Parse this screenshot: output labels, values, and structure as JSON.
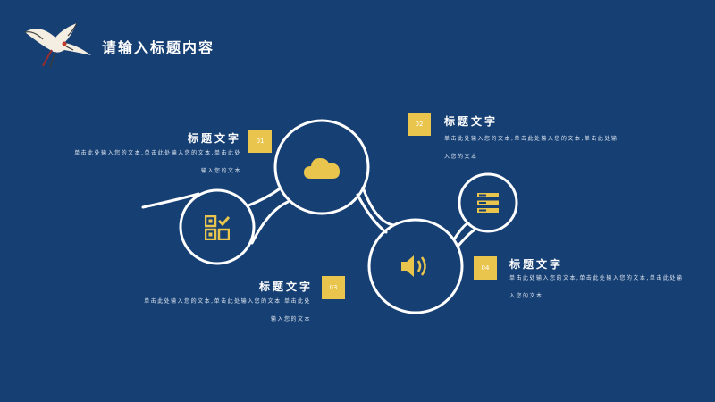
{
  "slide": {
    "title": "请输入标题内容",
    "colors": {
      "background": "#163f73",
      "accent": "#e9c54d",
      "line": "#ffffff"
    }
  },
  "icons": [
    "crane-icon",
    "qr-grid-icon",
    "cloud-icon",
    "speaker-icon",
    "server-icon"
  ],
  "items": [
    {
      "badge": "01",
      "title": "标题文字",
      "body": "单击此处输入您的文本,单击此处输入您的文本,单击此处输入您的文本"
    },
    {
      "badge": "02",
      "title": "标题文字",
      "body": "单击此处输入您的文本,单击此处输入您的文本,单击此处输入您的文本"
    },
    {
      "badge": "03",
      "title": "标题文字",
      "body": "单击此处输入您的文本,单击此处输入您的文本,单击此处输入您的文本"
    },
    {
      "badge": "04",
      "title": "标题文字",
      "body": "单击此处输入您的文本,单击此处输入您的文本,单击此处输入您的文本"
    }
  ]
}
